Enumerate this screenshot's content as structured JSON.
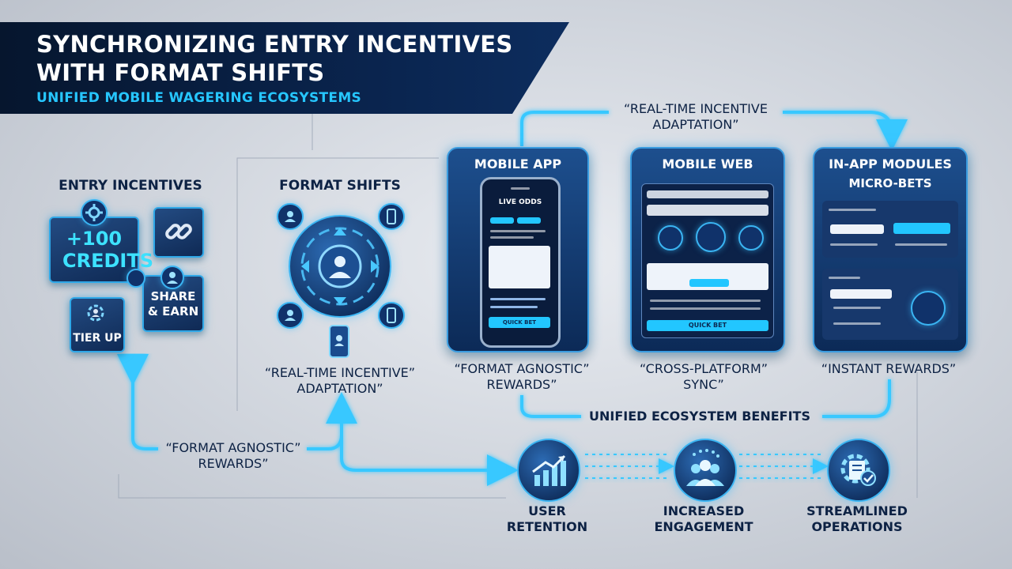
{
  "header": {
    "title": "SYNCHRONIZING ENTRY INCENTIVES WITH FORMAT SHIFTS",
    "subtitle": "UNIFIED MOBILE WAGERING ECOSYSTEMS"
  },
  "entry_incentives": {
    "label": "ENTRY INCENTIVES",
    "credits": "+100 CREDITS",
    "share": "SHARE & EARN",
    "tier": "TIER UP"
  },
  "format_shifts": {
    "label": "FORMAT SHIFTS",
    "caption": "“REAL-TIME INCENTIVE” ADAPTATION”"
  },
  "top_arrow_caption": "“REAL-TIME INCENTIVE ADAPTATION”",
  "left_loop_caption": "“FORMAT AGNOSTIC” REWARDS”",
  "panels": {
    "mobile_app": {
      "title": "MOBILE APP",
      "screen_heading": "LIVE ODDS",
      "button": "QUICK BET",
      "caption": "“FORMAT AGNOSTIC” REWARDS”"
    },
    "mobile_web": {
      "title": "MOBILE WEB",
      "button": "QUICK BET",
      "caption": "“CROSS-PLATFORM” SYNC”"
    },
    "in_app": {
      "title": "IN-APP MODULES",
      "subtitle": "MICRO-BETS",
      "caption": "“INSTANT REWARDS”"
    }
  },
  "benefits": {
    "label": "UNIFIED ECOSYSTEM BENEFITS",
    "items": [
      {
        "label": "USER RETENTION",
        "icon": "growth-chart-icon"
      },
      {
        "label": "INCREASED ENGAGEMENT",
        "icon": "people-group-icon"
      },
      {
        "label": "STREAMLINED OPERATIONS",
        "icon": "gear-check-icon"
      }
    ]
  },
  "colors": {
    "navy": "#0d2244",
    "glow": "#38c8ff",
    "accent": "#26c6ff"
  }
}
